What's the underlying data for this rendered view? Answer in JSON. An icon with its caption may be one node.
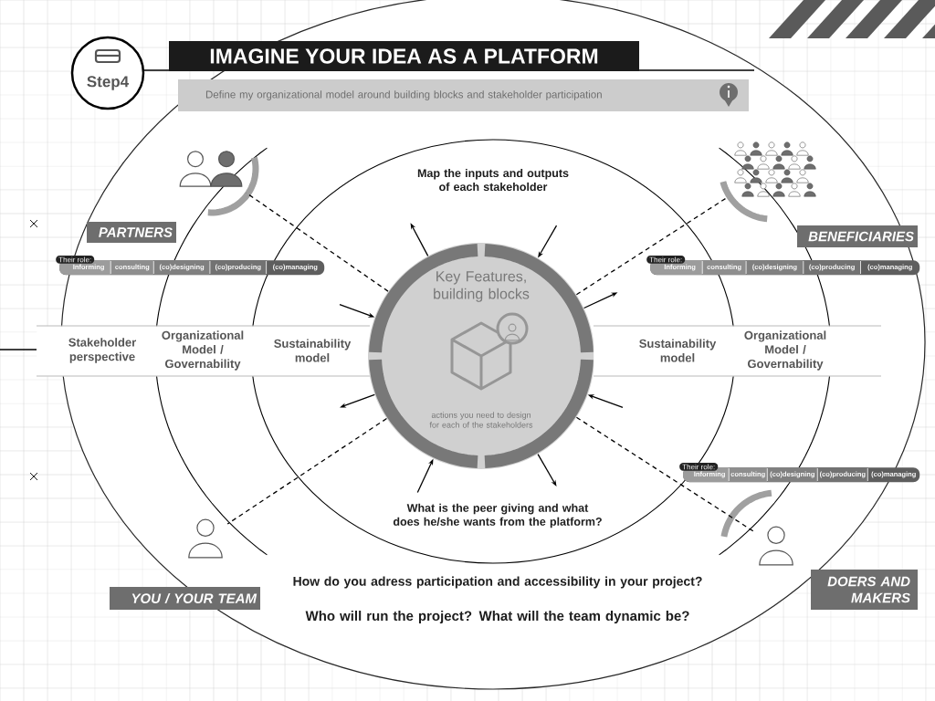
{
  "diagram": {
    "nodes": [
      {
        "text": [
          "Step4"
        ]
      },
      {
        "text": [
          "IMAGINE YOUR IDEA AS A PLATFORM"
        ]
      },
      {
        "text": [
          "Define my organizational model around building blocks and stakeholder participation"
        ]
      },
      {
        "text": [],
        "shape": "person"
      },
      {
        "text": [],
        "shape": "person"
      },
      {
        "text": [
          "PARTNERS"
        ]
      },
      {
        "text": [
          "BENEFICIARIES"
        ]
      },
      {
        "text": [
          "Their role:",
          "Informing",
          "consulting",
          "(co)designing",
          "(co)producing",
          "(co)managing"
        ]
      },
      {
        "text": [
          "Their role:",
          "Informing",
          "consulting",
          "(co)designing",
          "(co)producing",
          "(co)managing"
        ]
      },
      {
        "text": [
          "Stakeholder perspective",
          "Organizational Model / Governability",
          "Sustainability model"
        ]
      },
      {
        "text": [
          "Key Features, building blocks",
          "actions you need to design for each of the stakeholders"
        ]
      },
      {
        "text": [
          "Sustainability model",
          "Organizational Model / Governability"
        ]
      },
      {
        "text": [
          "Their role:",
          "Informing",
          "consulting",
          "(co)designing",
          "(co)producing",
          "(co)managing"
        ]
      },
      {
        "text": [],
        "shape": "person"
      },
      {
        "text": [],
        "shape": "person"
      },
      {
        "text": [
          "YOU / YOUR TEAM"
        ]
      },
      {
        "text": [
          "DOERS AND MAKERS"
        ]
      }
    ],
    "edges": [
      {
        "from": 10,
        "to": 3,
        "arrow": "none",
        "style": "dashed"
      },
      {
        "from": 10,
        "to": 4,
        "arrow": "none",
        "style": "dashed"
      },
      {
        "from": 10,
        "to": 13,
        "arrow": "none",
        "style": "dashed"
      },
      {
        "from": 10,
        "to": 14,
        "arrow": "none",
        "style": "dashed"
      },
      {
        "from": 10,
        "to": null,
        "arrow": "to"
      },
      {
        "from": null,
        "to": 10,
        "arrow": "to"
      },
      {
        "from": null,
        "to": 10,
        "arrow": "to"
      },
      {
        "from": 10,
        "to": null,
        "arrow": "to"
      },
      {
        "from": 10,
        "to": null,
        "arrow": "to"
      },
      {
        "from": null,
        "to": 10,
        "arrow": "to"
      },
      {
        "from": null,
        "to": 10,
        "arrow": "to"
      },
      {
        "from": 10,
        "to": null,
        "arrow": "to"
      }
    ],
    "labels": [
      "Map the inputs and outputs of each stakeholder",
      "What is the peer giving and what does he/she wants from the platform?",
      "How do you adress participation and accessibility in your project?",
      "Who will run the project? What will the team dynamic be?"
    ]
  }
}
